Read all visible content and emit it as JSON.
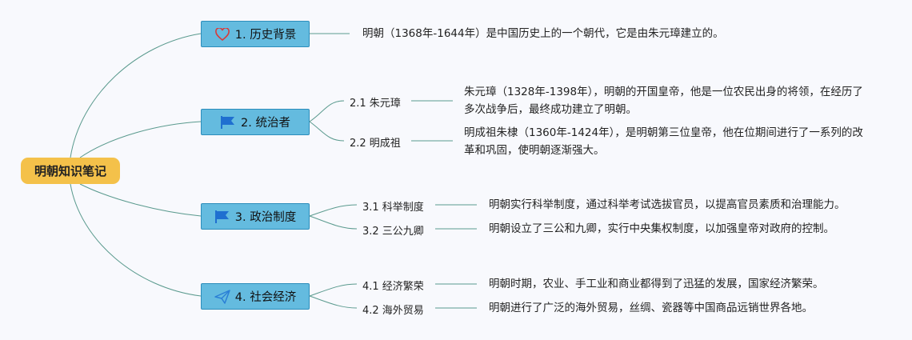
{
  "root": {
    "label": "明朝知识笔记"
  },
  "topics": [
    {
      "label": "1. 历史背景",
      "icon": "heart-icon",
      "description": "明朝（1368年-1644年）是中国历史上的一个朝代，它是由朱元璋建立的。"
    },
    {
      "label": "2. 统治者",
      "icon": "flag-icon",
      "subs": [
        {
          "label": "2.1 朱元璋",
          "description": "朱元璋（1328年-1398年），明朝的开国皇帝，他是一位农民出身的将领，在经历了多次战争后，最终成功建立了明朝。"
        },
        {
          "label": "2.2 明成祖",
          "description": "明成祖朱棣（1360年-1424年），是明朝第三位皇帝，他在位期间进行了一系列的改革和巩固，使明朝逐渐强大。"
        }
      ]
    },
    {
      "label": "3. 政治制度",
      "icon": "flag-icon",
      "subs": [
        {
          "label": "3.1 科举制度",
          "description": "明朝实行科举制度，通过科举考试选拔官员，以提高官员素质和治理能力。"
        },
        {
          "label": "3.2 三公九卿",
          "description": "明朝设立了三公和九卿，实行中央集权制度，以加强皇帝对政府的控制。"
        }
      ]
    },
    {
      "label": "4. 社会经济",
      "icon": "paper-plane-icon",
      "subs": [
        {
          "label": "4.1 经济繁荣",
          "description": "明朝时期，农业、手工业和商业都得到了迅猛的发展，国家经济繁荣。"
        },
        {
          "label": "4.2 海外贸易",
          "description": "明朝进行了广泛的海外贸易，丝绸、瓷器等中国商品远销世界各地。"
        }
      ]
    }
  ],
  "colors": {
    "root_fill": "#f4c14a",
    "topic_fill": "#64bbdf",
    "topic_border": "#2c8dbb",
    "connector": "#5a9a8e",
    "heart_icon": "#d93a3a",
    "flag_icon": "#1f6fd0",
    "plane_icon": "#2a7fd6"
  }
}
